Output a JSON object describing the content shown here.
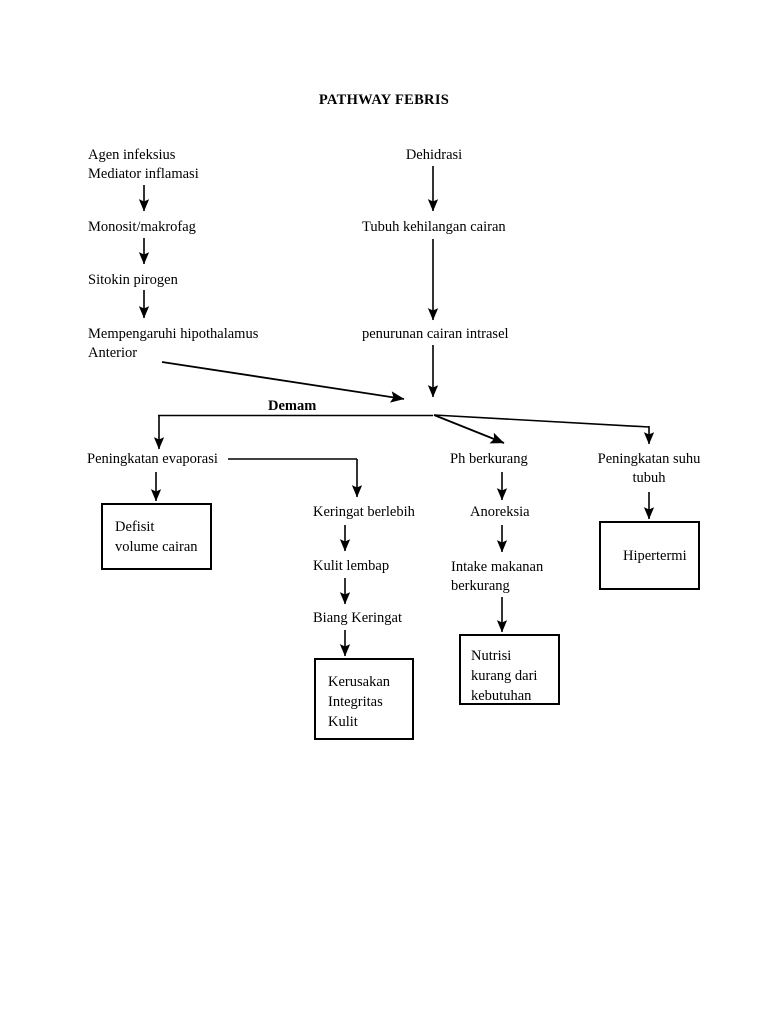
{
  "document": {
    "title": "PATHWAY FEBRIS",
    "background_color": "#ffffff",
    "ink_color": "#000000"
  },
  "chart_data": {
    "type": "diagram",
    "title": "PATHWAY FEBRIS",
    "subtype": "pathophysiology-flowchart",
    "language": "id",
    "nodes": [
      {
        "id": "n1",
        "label": "Agen infeksius\nMediator inflamasi",
        "shape": "plain",
        "column": "left"
      },
      {
        "id": "n2",
        "label": "Monosit/makrofag",
        "shape": "plain",
        "column": "left"
      },
      {
        "id": "n3",
        "label": "Sitokin pirogen",
        "shape": "plain",
        "column": "left"
      },
      {
        "id": "n4",
        "label": "Mempengaruhi hipothalamus\nAnterior",
        "shape": "plain",
        "column": "left"
      },
      {
        "id": "n5",
        "label": "Dehidrasi",
        "shape": "plain",
        "column": "right"
      },
      {
        "id": "n6",
        "label": "Tubuh kehilangan cairan",
        "shape": "plain",
        "column": "right"
      },
      {
        "id": "n7",
        "label": "penurunan cairan intrasel",
        "shape": "plain",
        "column": "right"
      },
      {
        "id": "n8",
        "label": "Demam",
        "shape": "plain",
        "bold": true,
        "column": "center"
      },
      {
        "id": "n9",
        "label": "Peningkatan evaporasi",
        "shape": "plain",
        "column": "branch-left"
      },
      {
        "id": "n10",
        "label": "Keringat berlebih",
        "shape": "plain",
        "column": "branch-mid"
      },
      {
        "id": "n11",
        "label": "Kulit lembap",
        "shape": "plain",
        "column": "branch-mid"
      },
      {
        "id": "n12",
        "label": "Biang Keringat",
        "shape": "plain",
        "column": "branch-mid"
      },
      {
        "id": "n13",
        "label": "Ph berkurang",
        "shape": "plain",
        "column": "branch-ph"
      },
      {
        "id": "n14",
        "label": "Anoreksia",
        "shape": "plain",
        "column": "branch-ph"
      },
      {
        "id": "n15",
        "label": "Intake makanan\nberkurang",
        "shape": "plain",
        "column": "branch-ph"
      },
      {
        "id": "n16",
        "label": "Peningkatan suhu\ntubuh",
        "shape": "plain",
        "column": "branch-right"
      },
      {
        "id": "b1",
        "label": "Defisit\nvolume cairan",
        "shape": "box",
        "column": "branch-left"
      },
      {
        "id": "b2",
        "label": "Kerusakan\nIntegritas\nKulit",
        "shape": "box",
        "column": "branch-mid"
      },
      {
        "id": "b3",
        "label": "Nutrisi\nkurang dari\nkebutuhan",
        "shape": "box",
        "column": "branch-ph"
      },
      {
        "id": "b4",
        "label": "Hipertermi",
        "shape": "box",
        "column": "branch-right"
      }
    ],
    "edges": [
      {
        "from": "n1",
        "to": "n2",
        "style": "arrow-down"
      },
      {
        "from": "n2",
        "to": "n3",
        "style": "arrow-down"
      },
      {
        "from": "n3",
        "to": "n4",
        "style": "arrow-down"
      },
      {
        "from": "n4",
        "to": "n8",
        "style": "arrow-diagonal"
      },
      {
        "from": "n5",
        "to": "n6",
        "style": "arrow-down"
      },
      {
        "from": "n6",
        "to": "n7",
        "style": "arrow-down"
      },
      {
        "from": "n7",
        "to": "n8",
        "style": "arrow-down"
      },
      {
        "from": "n8",
        "to": "n9",
        "style": "elbow-left"
      },
      {
        "from": "n8",
        "to": "n13",
        "style": "arrow-diagonal"
      },
      {
        "from": "n8",
        "to": "n16",
        "style": "elbow-right"
      },
      {
        "from": "n9",
        "to": "b1",
        "style": "arrow-down"
      },
      {
        "from": "n9",
        "to": "n10",
        "style": "elbow-right"
      },
      {
        "from": "n10",
        "to": "n11",
        "style": "arrow-down"
      },
      {
        "from": "n11",
        "to": "n12",
        "style": "arrow-down"
      },
      {
        "from": "n12",
        "to": "b2",
        "style": "arrow-down"
      },
      {
        "from": "n13",
        "to": "n14",
        "style": "arrow-down"
      },
      {
        "from": "n14",
        "to": "n15",
        "style": "arrow-down"
      },
      {
        "from": "n15",
        "to": "b3",
        "style": "arrow-down"
      },
      {
        "from": "n16",
        "to": "b4",
        "style": "arrow-down"
      }
    ]
  },
  "labels": {
    "title": "PATHWAY FEBRIS",
    "agen_infeksius": "Agen infeksius\nMediator inflamasi",
    "monosit": "Monosit/makrofag",
    "sitokin": "Sitokin pirogen",
    "hipothalamus": "Mempengaruhi hipothalamus\nAnterior",
    "dehidrasi": "Dehidrasi",
    "tubuh_kehilangan": "Tubuh kehilangan cairan",
    "penurunan_cairan": "penurunan cairan intrasel",
    "demam": "Demam",
    "peningkatan_evaporasi": "Peningkatan evaporasi",
    "keringat_berlebih": "Keringat berlebih",
    "kulit_lembap": "Kulit lembap",
    "biang_keringat": "Biang Keringat",
    "ph_berkurang": "Ph berkurang",
    "anoreksia": "Anoreksia",
    "intake_makanan": "Intake makanan\nberkurang",
    "peningkatan_suhu": "Peningkatan suhu\ntubuh",
    "defisit_volume": "Defisit\nvolume cairan",
    "kerusakan_integritas": "Kerusakan\nIntegritas\nKulit",
    "nutrisi_kurang": "Nutrisi\nkurang dari\nkebutuhan",
    "hipertermi": "Hipertermi"
  }
}
